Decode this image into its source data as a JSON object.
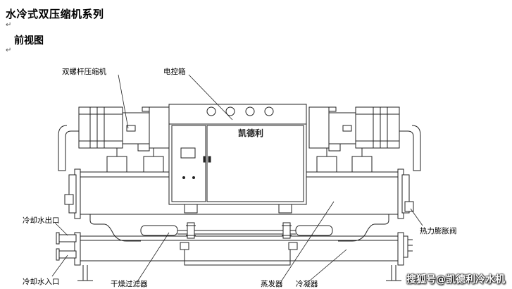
{
  "document": {
    "title": "水冷式双压缩机系列",
    "subtitle": "前视图"
  },
  "diagram": {
    "brand_label": "凯德利",
    "callouts": {
      "compressor": "双螺杆压缩机",
      "control_box": "电控箱",
      "cooling_water_outlet": "冷却水出口",
      "cooling_water_inlet": "冷却水入口",
      "expansion_valve": "热力膨胀阀",
      "dry_filter": "干燥过滤器",
      "evaporator": "蒸发器",
      "condenser": "冷凝器"
    }
  },
  "watermark": "搜狐号@凯德利冷水机"
}
